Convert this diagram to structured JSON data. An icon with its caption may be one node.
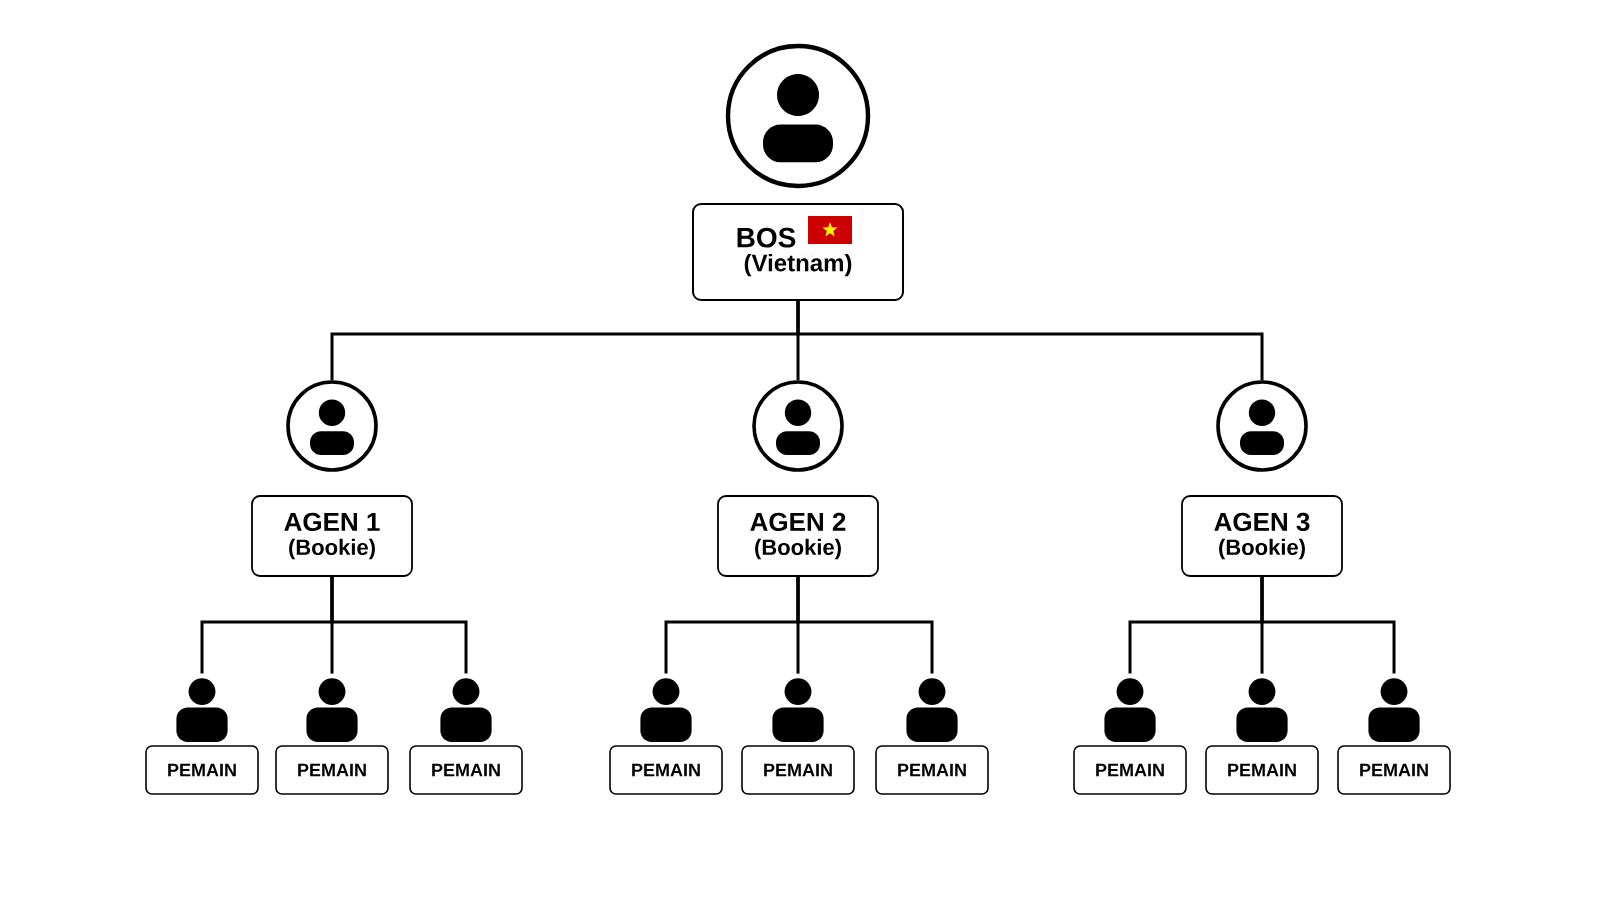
{
  "diagram": {
    "nodes": [
      {
        "text": [],
        "shape": "circle"
      },
      {
        "text": [
          "BOS",
          "(Vietnam)"
        ]
      },
      {
        "text": [],
        "shape": "circle"
      },
      {
        "text": [],
        "shape": "circle"
      },
      {
        "text": [],
        "shape": "circle"
      },
      {
        "text": [
          "AGEN 1",
          "(Bookie)"
        ]
      },
      {
        "text": [
          "AGEN 2",
          "(Bookie)"
        ]
      },
      {
        "text": [
          "AGEN 3",
          "(Bookie)"
        ]
      },
      {
        "text": [],
        "shape": "person"
      },
      {
        "text": [],
        "shape": "person"
      },
      {
        "text": [],
        "shape": "person"
      },
      {
        "text": [],
        "shape": "person"
      },
      {
        "text": [],
        "shape": "person"
      },
      {
        "text": [],
        "shape": "person"
      },
      {
        "text": [],
        "shape": "person"
      },
      {
        "text": [],
        "shape": "person"
      },
      {
        "text": [],
        "shape": "person"
      },
      {
        "text": [
          "PEMAIN"
        ]
      },
      {
        "text": [
          "PEMAIN"
        ]
      },
      {
        "text": [
          "PEMAIN"
        ]
      },
      {
        "text": [
          "PEMAIN"
        ]
      },
      {
        "text": [
          "PEMAIN"
        ]
      },
      {
        "text": [
          "PEMAIN"
        ]
      },
      {
        "text": [
          "PEMAIN"
        ]
      },
      {
        "text": [
          "PEMAIN"
        ]
      },
      {
        "text": [
          "PEMAIN"
        ]
      }
    ],
    "edges": [
      {
        "from": 1,
        "to": 2,
        "arrow": "none"
      },
      {
        "from": 1,
        "to": 3,
        "arrow": "none"
      },
      {
        "from": 1,
        "to": 4,
        "arrow": "none"
      },
      {
        "from": 5,
        "to": 8,
        "arrow": "none"
      },
      {
        "from": 5,
        "to": 9,
        "arrow": "none"
      },
      {
        "from": 5,
        "to": 10,
        "arrow": "none"
      },
      {
        "from": 6,
        "to": 11,
        "arrow": "none"
      },
      {
        "from": 6,
        "to": 12,
        "arrow": "none"
      },
      {
        "from": 6,
        "to": 13,
        "arrow": "none"
      },
      {
        "from": 7,
        "to": 14,
        "arrow": "none"
      },
      {
        "from": 7,
        "to": 15,
        "arrow": "none"
      },
      {
        "from": 7,
        "to": 16,
        "arrow": "none"
      }
    ]
  }
}
